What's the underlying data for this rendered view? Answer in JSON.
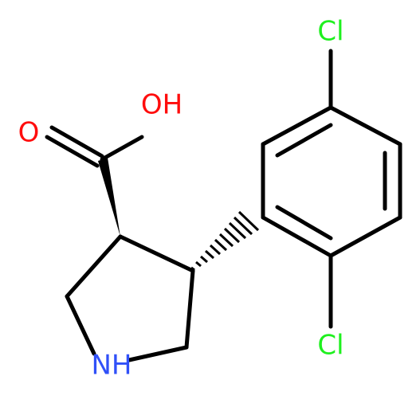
{
  "atoms": {
    "oh": {
      "label": "OH",
      "color": "#ff0d0d"
    },
    "o": {
      "label": "O",
      "color": "#ff0d0d"
    },
    "nh": {
      "label": "NH",
      "color": "#3050f8"
    },
    "cl_top": {
      "label": "Cl",
      "color": "#1ff01f"
    },
    "cl_bottom": {
      "label": "Cl",
      "color": "#1ff01f"
    }
  },
  "colors": {
    "bond": "#000000",
    "background": "#ffffff"
  }
}
